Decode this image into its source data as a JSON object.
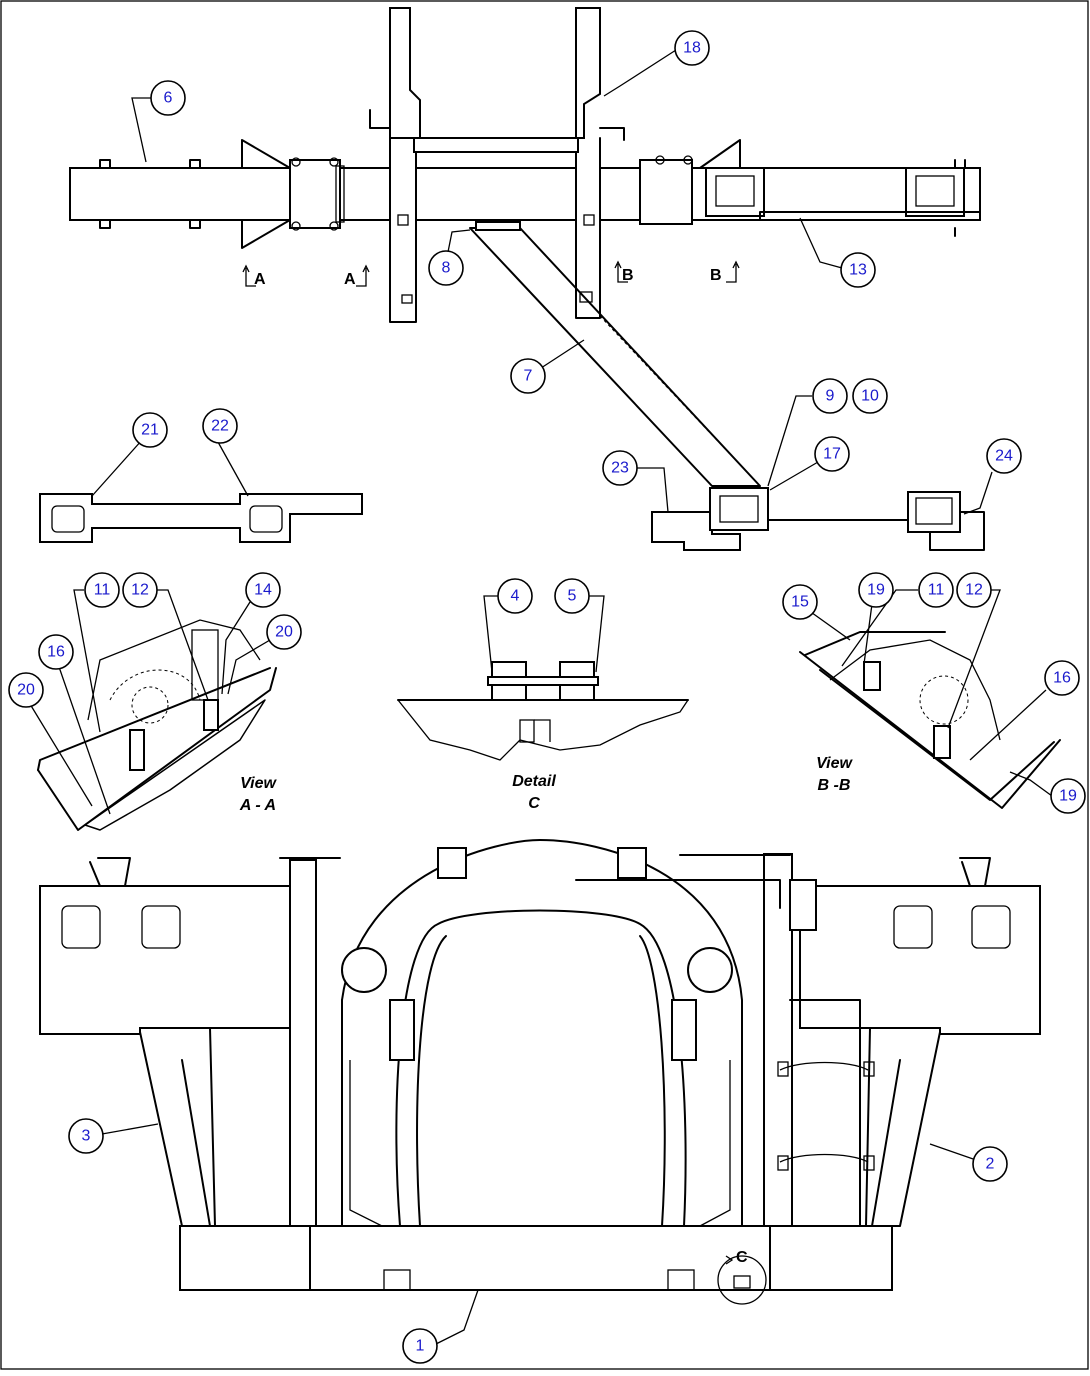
{
  "callouts": [
    {
      "id": "c1",
      "label": "1"
    },
    {
      "id": "c2",
      "label": "2"
    },
    {
      "id": "c3",
      "label": "3"
    },
    {
      "id": "c4",
      "label": "4"
    },
    {
      "id": "c5",
      "label": "5"
    },
    {
      "id": "c6",
      "label": "6"
    },
    {
      "id": "c7",
      "label": "7"
    },
    {
      "id": "c8",
      "label": "8"
    },
    {
      "id": "c9",
      "label": "9"
    },
    {
      "id": "c10",
      "label": "10"
    },
    {
      "id": "c11a",
      "label": "11"
    },
    {
      "id": "c12a",
      "label": "12"
    },
    {
      "id": "c11b",
      "label": "11"
    },
    {
      "id": "c12b",
      "label": "12"
    },
    {
      "id": "c13",
      "label": "13"
    },
    {
      "id": "c14",
      "label": "14"
    },
    {
      "id": "c15",
      "label": "15"
    },
    {
      "id": "c16a",
      "label": "16"
    },
    {
      "id": "c16b",
      "label": "16"
    },
    {
      "id": "c17",
      "label": "17"
    },
    {
      "id": "c18",
      "label": "18"
    },
    {
      "id": "c19a",
      "label": "19"
    },
    {
      "id": "c19b",
      "label": "19"
    },
    {
      "id": "c20a",
      "label": "20"
    },
    {
      "id": "c20b",
      "label": "20"
    },
    {
      "id": "c21",
      "label": "21"
    },
    {
      "id": "c22",
      "label": "22"
    },
    {
      "id": "c23",
      "label": "23"
    },
    {
      "id": "c24",
      "label": "24"
    }
  ],
  "section_marks": {
    "a": "A",
    "b": "B",
    "c": "C"
  },
  "views": {
    "aa": {
      "line1": "View",
      "line2": "A - A"
    },
    "bb": {
      "line1": "View",
      "line2": "B -B"
    },
    "c": {
      "line1": "Detail",
      "line2": "C"
    }
  }
}
